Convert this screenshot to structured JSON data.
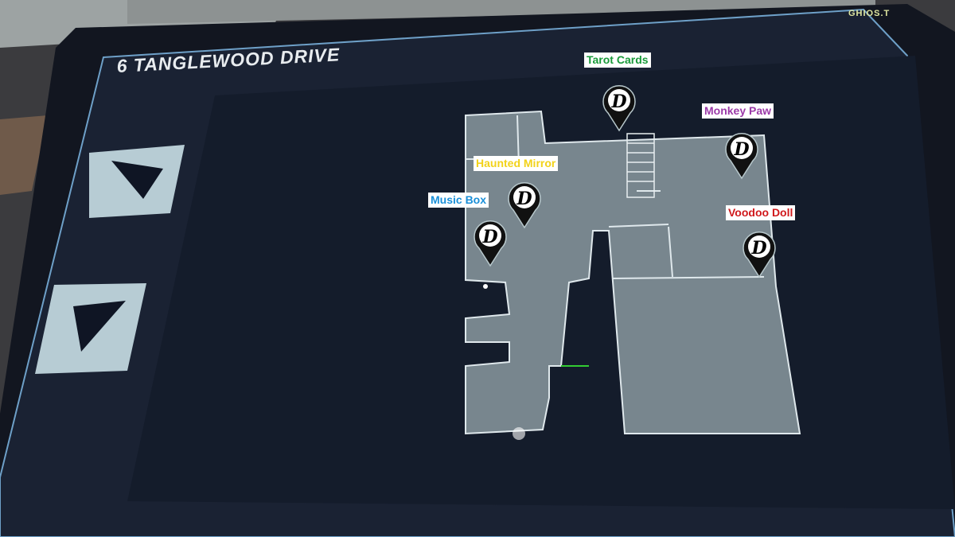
{
  "screen": {
    "title": "6 TANGLEWOOD DRIVE",
    "logo_text": "GHIOS.T",
    "floor_up_button": "floor-up",
    "floor_down_button": "floor-down"
  },
  "markers": [
    {
      "label": "Tarot Cards",
      "color": "#1a9a3a",
      "icon": "d-pin-icon"
    },
    {
      "label": "Monkey Paw",
      "color": "#9b3aa8",
      "icon": "d-pin-icon"
    },
    {
      "label": "Haunted Mirror",
      "color": "#f2d21a",
      "icon": "d-pin-icon"
    },
    {
      "label": "Music Box",
      "color": "#1a8fd8",
      "icon": "d-pin-icon"
    },
    {
      "label": "Voodoo Doll",
      "color": "#d0191c",
      "icon": "d-pin-icon"
    }
  ],
  "pin_glyph": "D"
}
